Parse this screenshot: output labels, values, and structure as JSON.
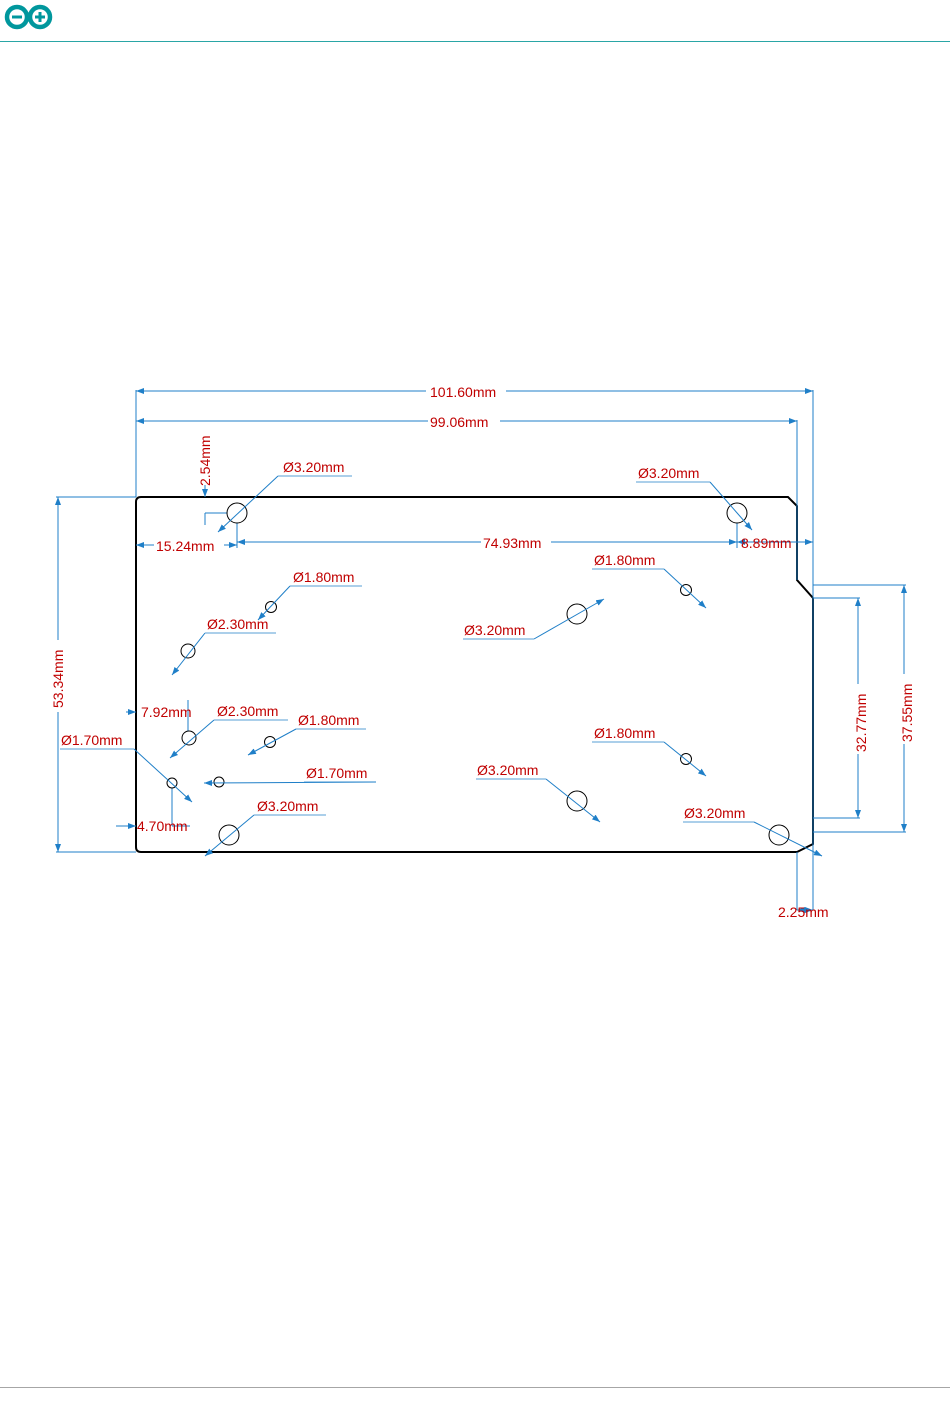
{
  "colors": {
    "brand": "#00979D",
    "dimension_line": "#1f7fc8",
    "dimension_text": "#c00000",
    "outline": "#000000"
  },
  "header": {
    "logo_icon": "arduino-logo-icon"
  },
  "drawing": {
    "dims": {
      "overall_width": "101.60mm",
      "inner_width": "99.06mm",
      "height": "53.34mm",
      "top_offset": "2.54mm",
      "hole_x_left": "15.24mm",
      "hole_span": "74.93mm",
      "hole_x_right": "8.89mm",
      "notch_height": "32.77mm",
      "notch_outer_height": "37.55mm",
      "notch_depth": "2.25mm",
      "left_7_92": "7.92mm",
      "left_4_70": "4.70mm"
    },
    "holes": {
      "d320_top_left": "Ø3.20mm",
      "d320_top_right": "Ø3.20mm",
      "d180_upper_left": "Ø1.80mm",
      "d230_upper_left": "Ø2.30mm",
      "d320_center_upper": "Ø3.20mm",
      "d180_upper_right": "Ø1.80mm",
      "d230_mid_left": "Ø2.30mm",
      "d180_mid_left": "Ø1.80mm",
      "d170_left": "Ø1.70mm",
      "d170_mid": "Ø1.70mm",
      "d180_lower_right": "Ø1.80mm",
      "d320_center_lower": "Ø3.20mm",
      "d320_bottom_left": "Ø3.20mm",
      "d320_bottom_right": "Ø3.20mm"
    }
  }
}
